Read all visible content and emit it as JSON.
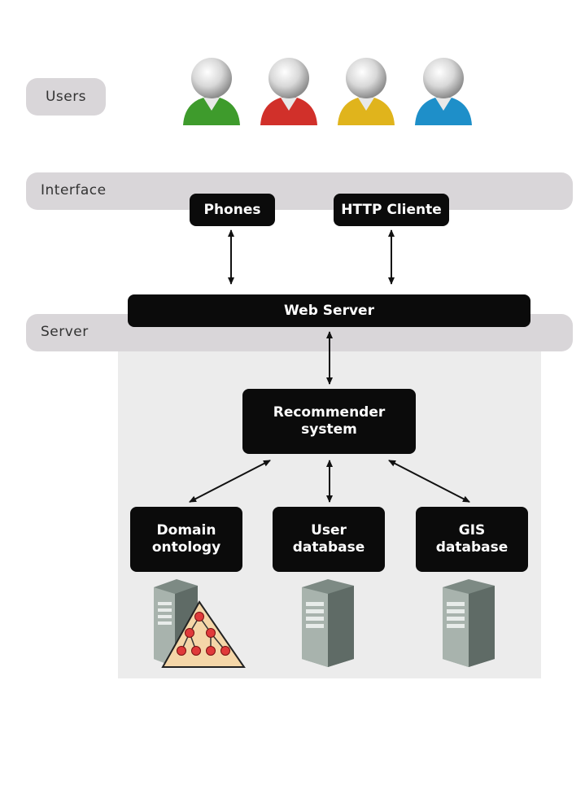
{
  "lanes": {
    "users": "Users",
    "interface": "Interface",
    "server": "Server"
  },
  "boxes": {
    "phones": "Phones",
    "http": "HTTP Cliente",
    "web_server": "Web Server",
    "recommender": "Recommender\nsystem",
    "domain": "Domain\nontology",
    "user_db": "User\ndatabase",
    "gis_db": "GIS\ndatabase"
  },
  "user_icons": [
    {
      "name": "user-green-icon",
      "color": "#3e9b2c"
    },
    {
      "name": "user-red-icon",
      "color": "#d1302a"
    },
    {
      "name": "user-yellow-icon",
      "color": "#e0b41c"
    },
    {
      "name": "user-blue-icon",
      "color": "#1e8fc9"
    }
  ]
}
